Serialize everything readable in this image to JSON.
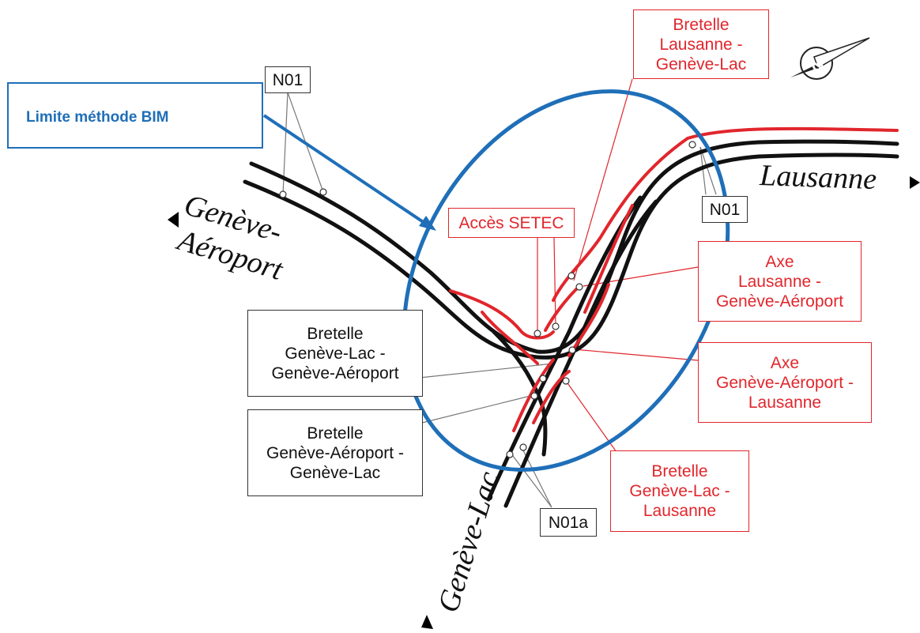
{
  "callout": {
    "text": "Limite méthode BIM"
  },
  "places": {
    "lausanne": "Lausanne",
    "geneve_aeroport_1": "Genève-",
    "geneve_aeroport_2": "Aéroport",
    "geneve_lac": "Genève-Lac"
  },
  "labels": {
    "n01_left": "N01",
    "n01_right": "N01",
    "n01a": "N01a",
    "bretelle_lausanne_geneve_lac": "Bretelle\nLausanne -\nGenève-Lac",
    "acces_setec": "Accès SETEC",
    "axe_lausanne_geneve_aeroport": "Axe\nLausanne -\nGenève-Aéroport",
    "axe_geneve_aeroport_lausanne": "Axe\nGenève-Aéroport -\nLausanne",
    "bretelle_geneve_lac_lausanne": "Bretelle\nGenève-Lac -\nLausanne",
    "bretelle_geneve_lac_geneve_aeroport": "Bretelle\nGenève-Lac -\nGenève-Aéroport",
    "bretelle_geneve_aeroport_geneve_lac": "Bretelle\nGenève-Aéroport -\nGenève-Lac"
  },
  "colors": {
    "road_black": "#111111",
    "road_red": "#e1262c",
    "bim_blue": "#1f6fb8"
  },
  "icons": {
    "compass": "north-arrow-icon"
  }
}
